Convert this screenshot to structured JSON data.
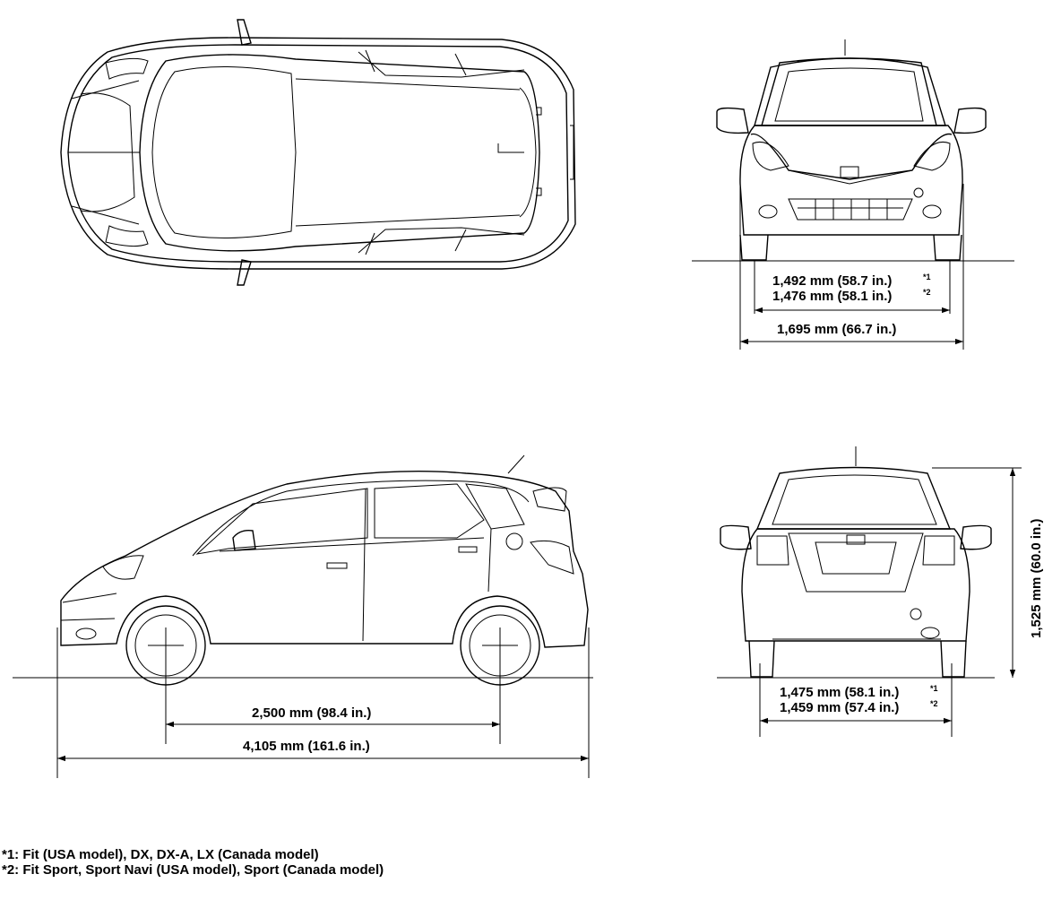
{
  "dimensions": {
    "front_track_1": "1,492 mm (58.7 in.)",
    "front_track_1_mark": "*1",
    "front_track_2": "1,476 mm (58.1 in.)",
    "front_track_2_mark": "*2",
    "width": "1,695 mm (66.7 in.)",
    "height": "1,525 mm (60.0 in.)",
    "wheelbase": "2,500 mm (98.4 in.)",
    "length": "4,105 mm (161.6 in.)",
    "rear_track_1": "1,475 mm (58.1 in.)",
    "rear_track_1_mark": "*1",
    "rear_track_2": "1,459 mm (57.4 in.)",
    "rear_track_2_mark": "*2"
  },
  "footnotes": {
    "note1": "*1: Fit (USA model), DX, DX-A, LX (Canada model)",
    "note2": "*2: Fit Sport, Sport Navi (USA model), Sport (Canada model)"
  }
}
